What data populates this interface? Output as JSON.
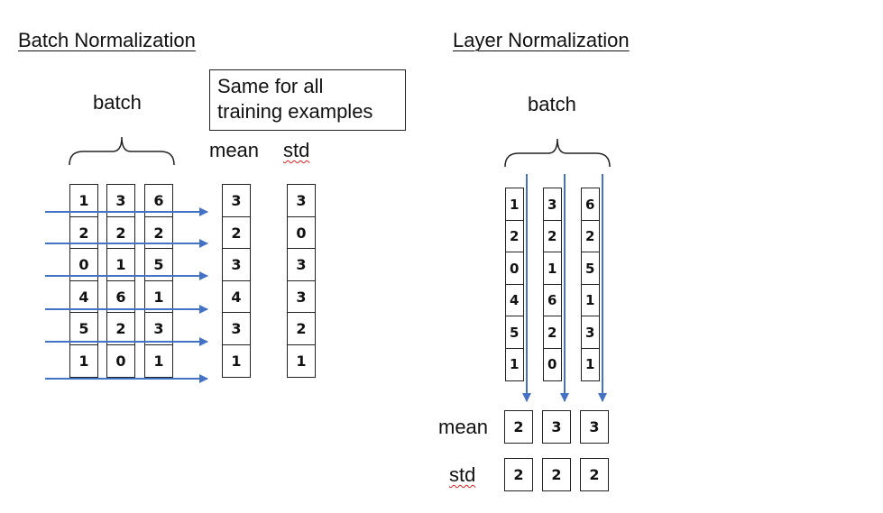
{
  "batch_norm": {
    "title": "Batch Normalization",
    "batch_label": "batch",
    "note": [
      "Same for all",
      "training examples"
    ],
    "mean_label": "mean",
    "std_label": "std",
    "columns": [
      [
        "1",
        "2",
        "0",
        "4",
        "5",
        "1"
      ],
      [
        "3",
        "2",
        "1",
        "6",
        "2",
        "0"
      ],
      [
        "6",
        "2",
        "5",
        "1",
        "3",
        "1"
      ]
    ],
    "mean": [
      "3",
      "2",
      "3",
      "4",
      "3",
      "1"
    ],
    "std": [
      "3",
      "0",
      "3",
      "3",
      "2",
      "1"
    ]
  },
  "layer_norm": {
    "title": "Layer Normalization",
    "batch_label": "batch",
    "mean_label": "mean",
    "std_label": "std",
    "columns": [
      [
        "1",
        "2",
        "0",
        "4",
        "5",
        "1"
      ],
      [
        "3",
        "2",
        "1",
        "6",
        "2",
        "0"
      ],
      [
        "6",
        "2",
        "5",
        "1",
        "3",
        "1"
      ]
    ],
    "mean": [
      "2",
      "3",
      "3"
    ],
    "std": [
      "2",
      "2",
      "2"
    ]
  },
  "colors": {
    "arrow": "#4472c4",
    "border": "#222222",
    "spellcheck": "#dd2222"
  }
}
